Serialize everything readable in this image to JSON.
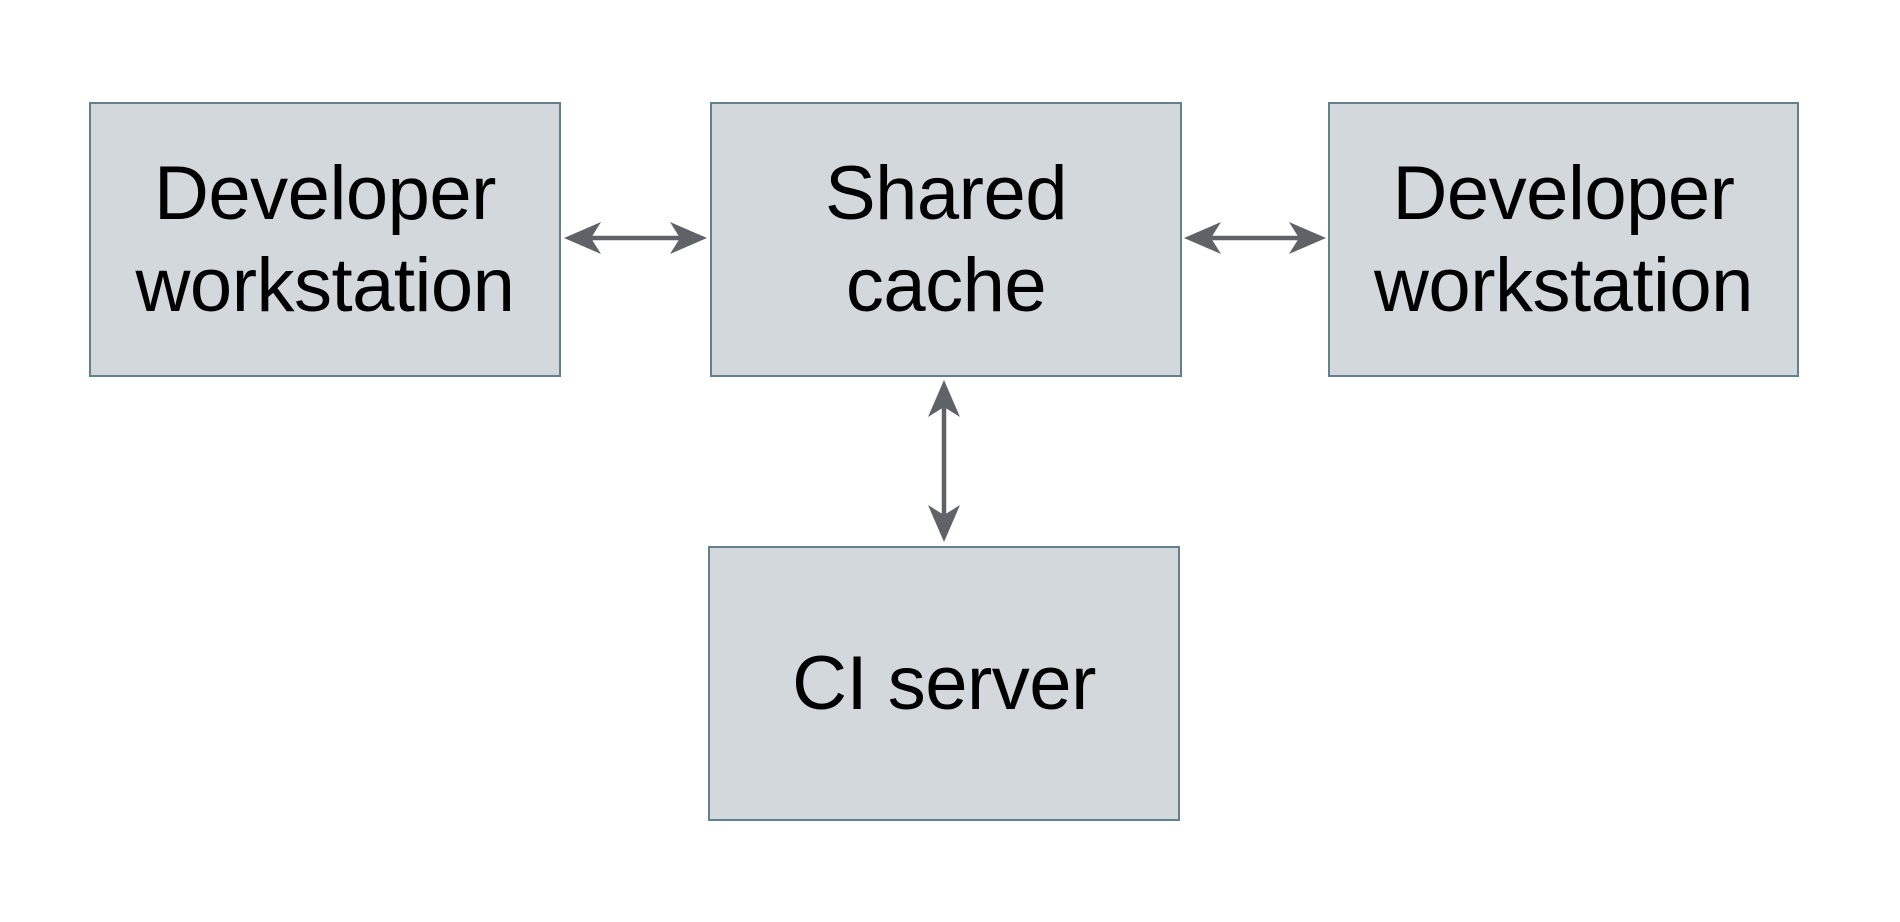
{
  "diagram": {
    "type": "architecture-diagram",
    "nodes": [
      {
        "id": "developer-workstation-left",
        "label": "Developer\nworkstation"
      },
      {
        "id": "shared-cache",
        "label": "Shared\ncache"
      },
      {
        "id": "developer-workstation-right",
        "label": "Developer\nworkstation"
      },
      {
        "id": "ci-server",
        "label": "CI server"
      }
    ],
    "edges": [
      {
        "from": "developer-workstation-left",
        "to": "shared-cache",
        "type": "bidirectional-arrow",
        "orientation": "horizontal"
      },
      {
        "from": "shared-cache",
        "to": "developer-workstation-right",
        "type": "bidirectional-arrow",
        "orientation": "horizontal"
      },
      {
        "from": "shared-cache",
        "to": "ci-server",
        "type": "bidirectional-arrow",
        "orientation": "vertical"
      }
    ],
    "colors": {
      "background": "#ffffff",
      "node_fill": "#d2d8db",
      "node_border": "#64808d",
      "arrow": "#5f6266",
      "text": "#000000"
    }
  }
}
